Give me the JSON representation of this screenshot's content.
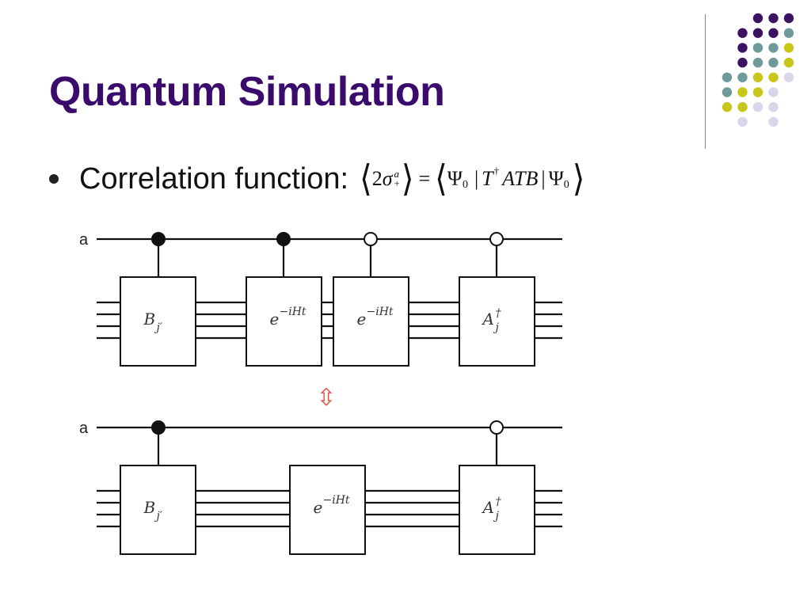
{
  "slide": {
    "title": "Quantum Simulation",
    "bullet": "Correlation function:"
  },
  "formula": {
    "lhs_coeff": "2",
    "lhs_symbol": "σ",
    "lhs_sup": "a",
    "lhs_sub": "+",
    "equals": "=",
    "psi": "Ψ",
    "psi_sub": "0",
    "bar": "|",
    "T": "T",
    "dagger": "†",
    "ATB": "ATB"
  },
  "circuit_top": {
    "qubit_label": "a",
    "gates": [
      {
        "base": "B",
        "script": "j′",
        "script_type": "sub",
        "fill": "#ffffff"
      },
      {
        "base": "e",
        "script": "−iHt",
        "script_type": "sup",
        "fill": "#ffffff"
      },
      {
        "base": "e",
        "script": "−iHt",
        "script_type": "sup",
        "fill": "#ffffff"
      },
      {
        "base": "A",
        "script": "j",
        "script_type": "sub",
        "extra_sup": "†",
        "fill": "#ffffff"
      }
    ],
    "controls": [
      "filled",
      "filled",
      "open",
      "open"
    ]
  },
  "equivalence_symbol": "⇳",
  "equivalence_color": "#e8534a",
  "circuit_bottom": {
    "qubit_label": "a",
    "gates": [
      {
        "base": "B",
        "script": "j′",
        "script_type": "sub",
        "fill": "#ffffff"
      },
      {
        "base": "e",
        "script": "−iHt",
        "script_type": "sup",
        "fill": "#5a7f1c"
      },
      {
        "base": "A",
        "script": "j",
        "script_type": "sub",
        "extra_sup": "†",
        "fill": "#ffffff"
      }
    ],
    "controls": [
      "filled",
      "open"
    ]
  },
  "theme": {
    "title_color": "#3a0b6c",
    "dot_colors": {
      "purple": "#3c1361",
      "teal": "#6f9a9a",
      "yellow": "#c8c61b",
      "lavender": "#d8d6ea"
    },
    "dot_grid": [
      [
        "",
        "",
        "purple",
        "purple",
        "purple"
      ],
      [
        "",
        "purple",
        "purple",
        "purple",
        "teal"
      ],
      [
        "",
        "purple",
        "teal",
        "teal",
        "yellow"
      ],
      [
        "",
        "purple",
        "teal",
        "teal",
        "yellow"
      ],
      [
        "teal",
        "teal",
        "yellow",
        "yellow",
        "lavender"
      ],
      [
        "teal",
        "yellow",
        "yellow",
        "lavender",
        ""
      ],
      [
        "yellow",
        "yellow",
        "lavender",
        "lavender",
        ""
      ],
      [
        "",
        "lavender",
        "",
        "lavender",
        ""
      ]
    ]
  }
}
